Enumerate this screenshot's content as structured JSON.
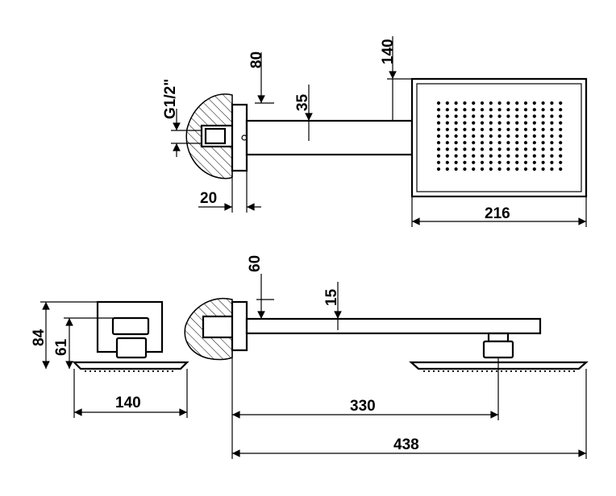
{
  "dimensions": {
    "d80": "80",
    "d140_top": "140",
    "d35": "35",
    "g12": "G1/2\"",
    "d20": "20",
    "d216": "216",
    "d60": "60",
    "d15": "15",
    "d84": "84",
    "d61": "61",
    "d140_bottom": "140",
    "d330": "330",
    "d438": "438"
  }
}
